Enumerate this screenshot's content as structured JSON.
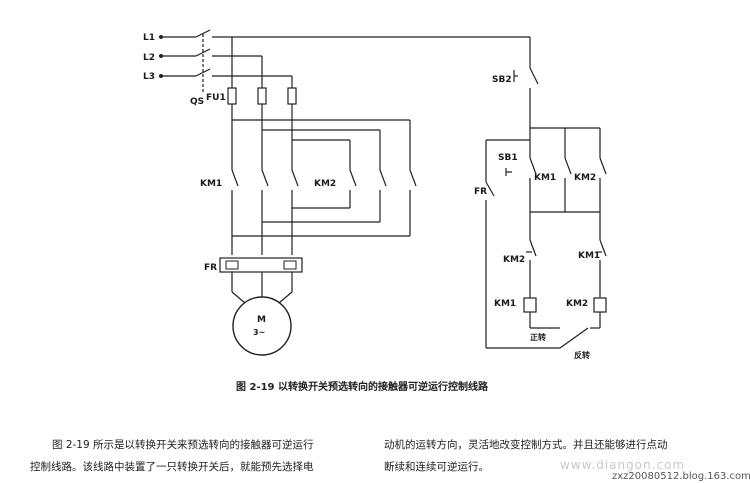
{
  "labels": {
    "l1": "L1",
    "l2": "L2",
    "l3": "L3",
    "qs": "QS",
    "fu1": "FU1",
    "km1_main": "KM1",
    "km2_main": "KM2",
    "fr_main": "FR",
    "motor_m": "M",
    "motor_3": "3~",
    "sb2": "SB2",
    "sb1": "SB1",
    "fr_ctrl": "FR",
    "km1_hold": "KM1",
    "km2_hold": "KM2",
    "km2_inter": "KM2",
    "km1_inter": "KM1",
    "km1_coil": "KM1",
    "km2_coil": "KM2",
    "zhengzhuan": "正转",
    "fanzhuan": "反转"
  },
  "caption": "图 2-19   以转换开关预选转向的接触器可逆运行控制线路",
  "text": {
    "left_line1": "图 2-19 所示是以转换开关来预选转向的接触器可逆运行",
    "left_line2": "控制线路。该线路中装置了一只转换开关后，就能预先选择电",
    "right_line1": "动机的运转方向，灵活地改变控制方式。并且还能够进行点动",
    "right_line2": "断续和连续可逆运行。"
  },
  "watermark": {
    "site": "www.diangon.com",
    "blog": "zxz20080512.blog.163.com"
  }
}
